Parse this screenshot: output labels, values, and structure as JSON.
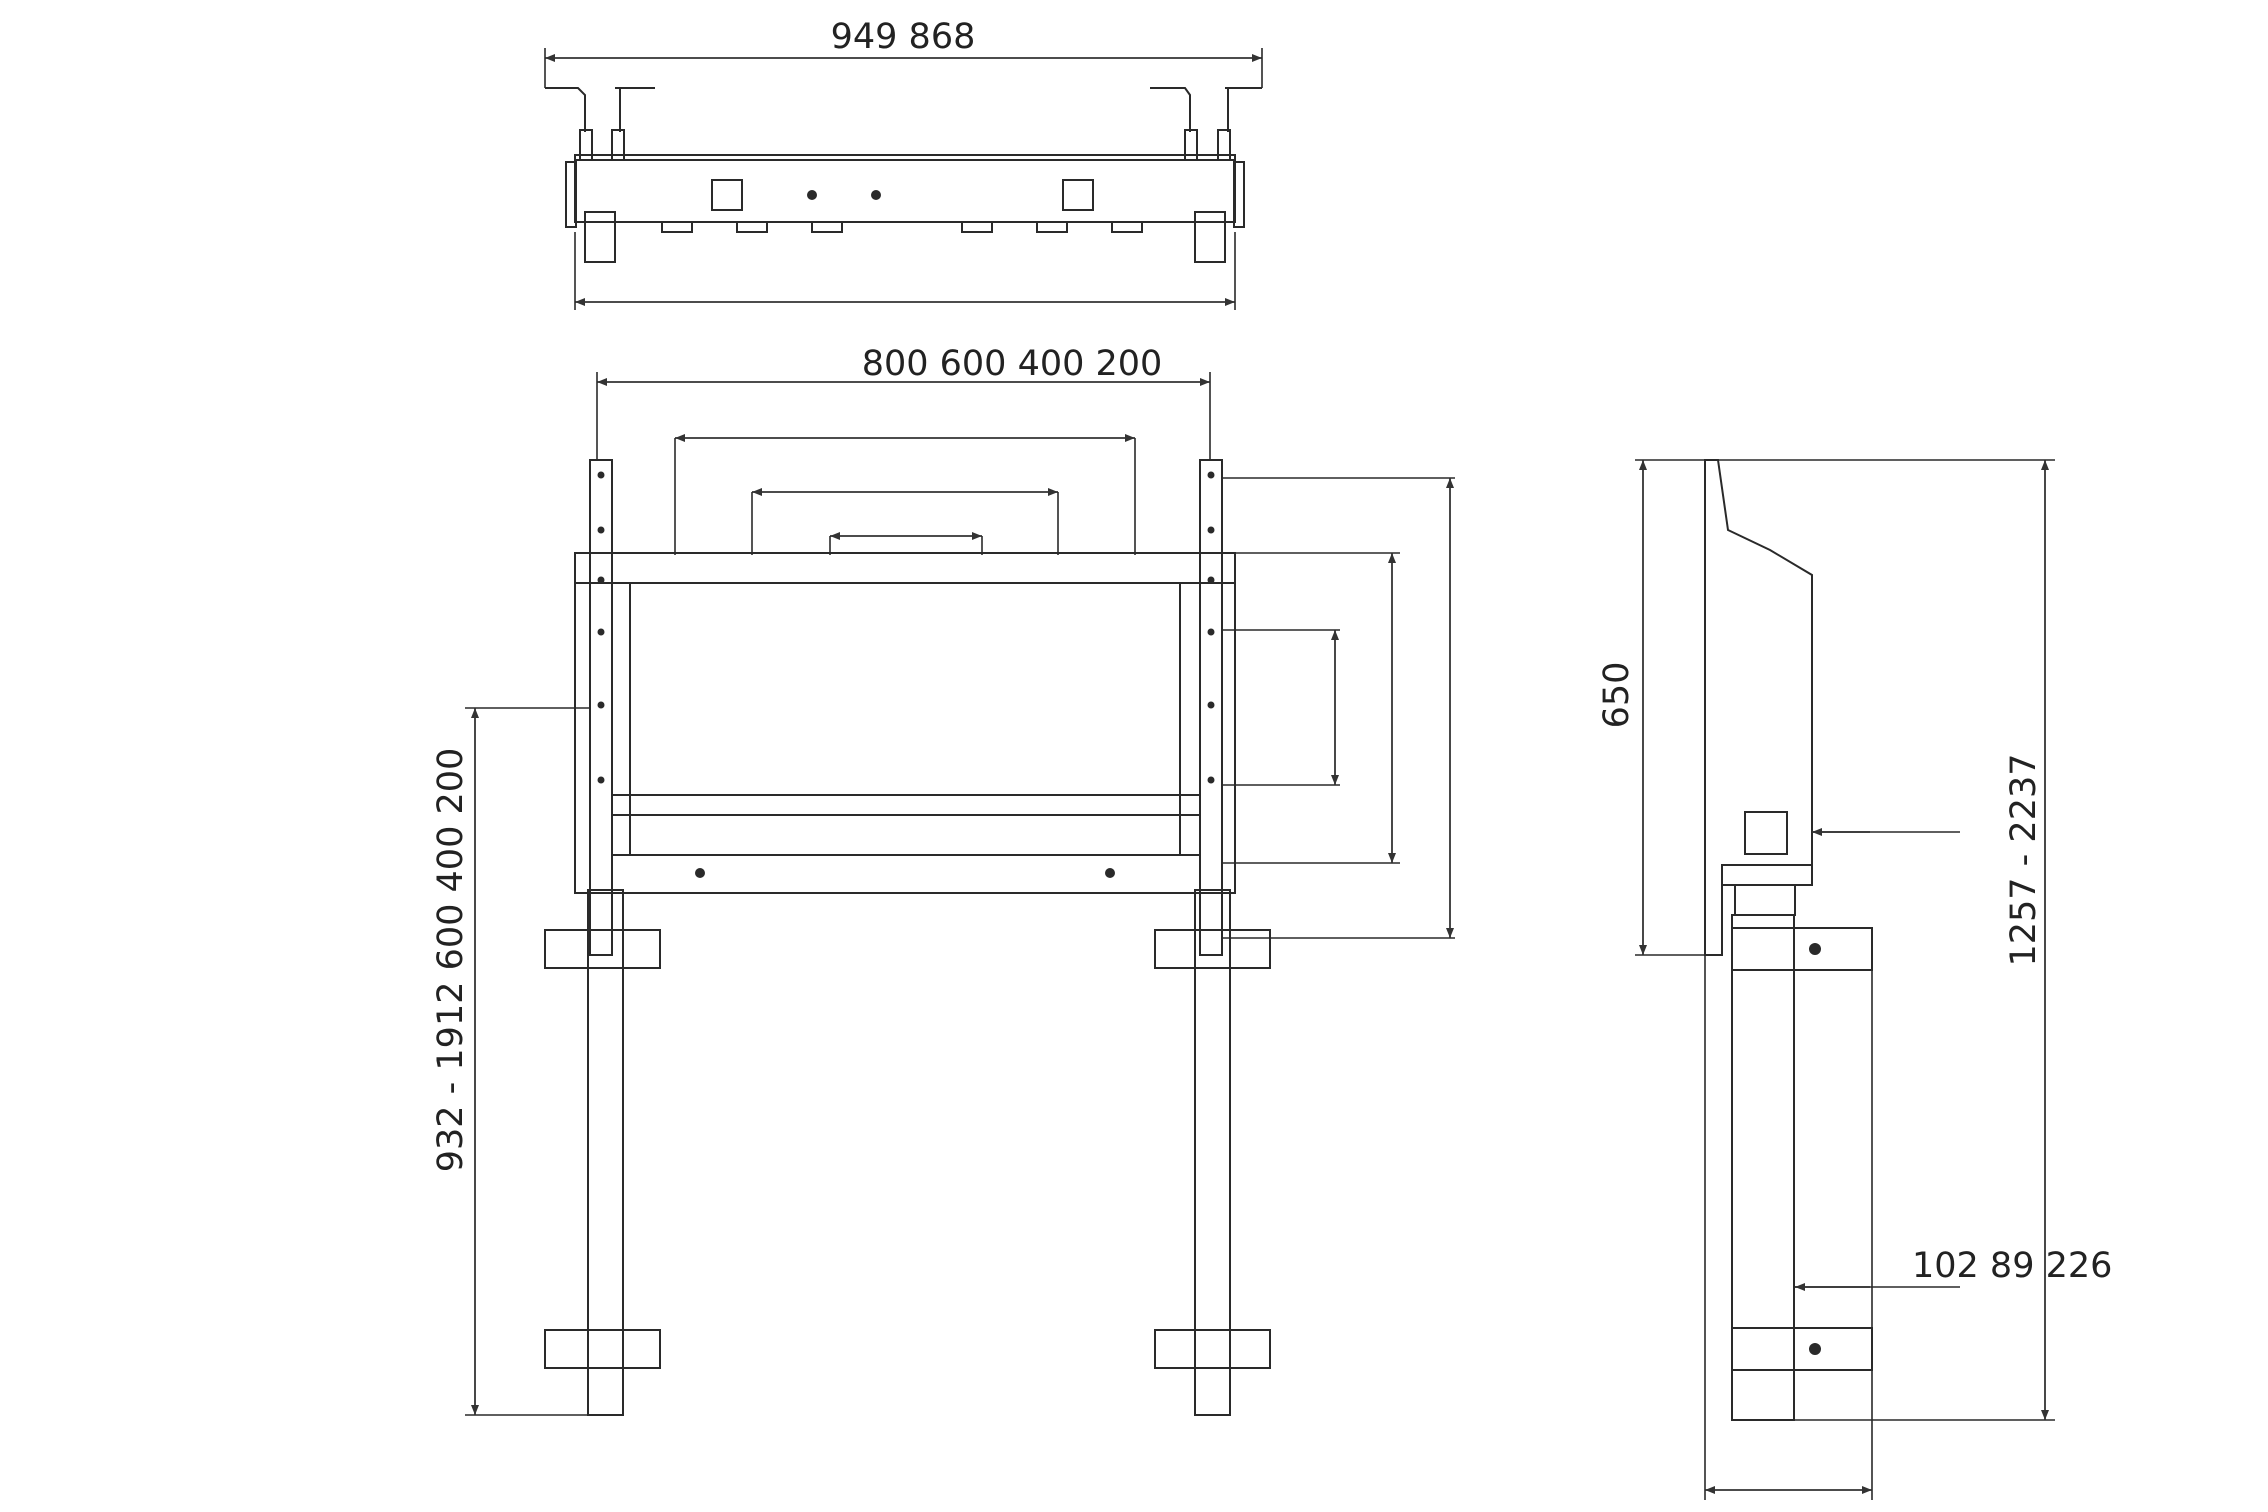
{
  "drawing": {
    "line_color": "#2a2a2a",
    "background": "#ffffff"
  },
  "dimensions": {
    "top_overall_width": "949 868",
    "vesa_horizontal": "800 600 400 200",
    "vesa_vertical_height": "932 - 1912 600 400 200",
    "side_panel_height": "650",
    "side_total_height": "1257 - 2237",
    "side_depth": "102 89 226"
  }
}
